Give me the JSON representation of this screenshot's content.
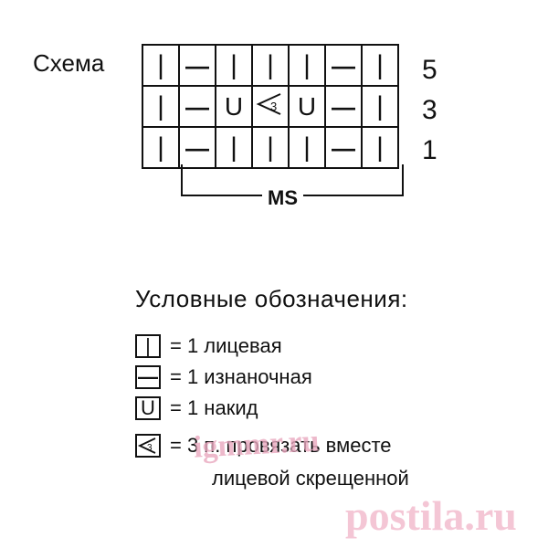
{
  "scheme": {
    "title": "Схема",
    "rows": [
      {
        "number": "5",
        "cells": [
          "|",
          "—",
          "|",
          "|",
          "|",
          "—",
          "|"
        ]
      },
      {
        "number": "3",
        "cells": [
          "|",
          "—",
          "U",
          "k3tog",
          "U",
          "—",
          "|"
        ]
      },
      {
        "number": "1",
        "cells": [
          "|",
          "—",
          "|",
          "|",
          "|",
          "—",
          "|"
        ]
      }
    ],
    "repeat_label": "MS"
  },
  "legend": {
    "title": "Условные обозначения:",
    "items": [
      {
        "symbol": "|",
        "text": "= 1 лицевая"
      },
      {
        "symbol": "—",
        "text": "= 1 изнаночная"
      },
      {
        "symbol": "U",
        "text": "= 1 накид"
      },
      {
        "symbol": "k3tog",
        "text": "= 3 п. провязать вместе",
        "continuation": "лицевой скрещенной"
      }
    ]
  },
  "watermarks": [
    "igmmr.ru",
    "postila.ru"
  ]
}
